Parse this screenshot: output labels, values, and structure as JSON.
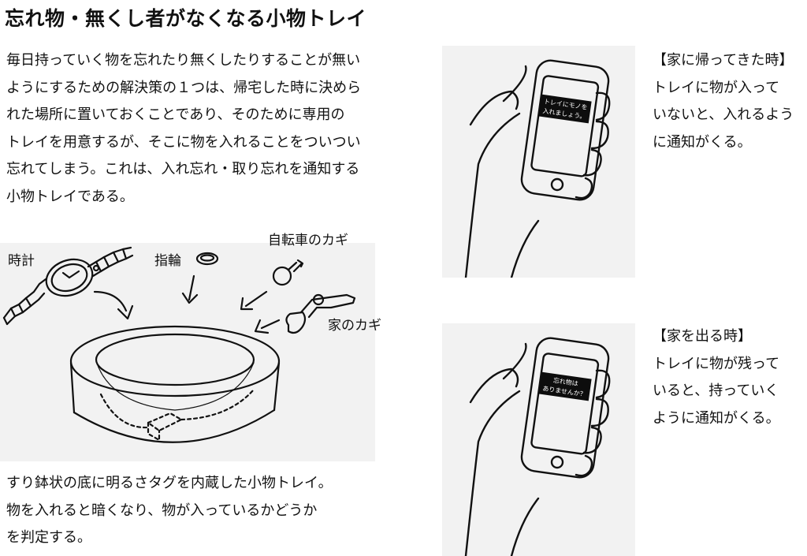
{
  "title": "忘れ物・無くし者がなくなる小物トレイ",
  "intro_lines": [
    "毎日持っていく物を忘れたり無くしたりすることが無い",
    "ようにするための解決策の１つは、帰宅した時に決めら",
    "れた場所に置いておくことであり、そのために専用の",
    "トレイを用意するが、そこに物を入れることをついつい",
    "忘れてしまう。これは、入れ忘れ・取り忘れを通知する",
    "小物トレイである。"
  ],
  "illustration": {
    "labels": {
      "watch": "時計",
      "ring": "指輪",
      "bike_key": "自転車のカギ",
      "house_key": "家のカギ"
    }
  },
  "caption_lines": [
    "すり鉢状の底に明るさタグを内蔵した小物トレイ。",
    "物を入れると暗くなり、物が入っているかどうか",
    "を判定する。"
  ],
  "phone_home": {
    "notification": [
      "トレイにモノを",
      "入れましょう。"
    ],
    "heading": "【家に帰ってきた時】",
    "lines": [
      "トレイに物が入って",
      "いないと、入れるよう",
      "に通知がくる。"
    ]
  },
  "phone_leave": {
    "notification": [
      "忘れ物は",
      "ありませんか？"
    ],
    "heading": "【家を出る時】",
    "lines": [
      "トレイに物が残って",
      "いると、持っていく",
      "ように通知がくる。"
    ]
  }
}
